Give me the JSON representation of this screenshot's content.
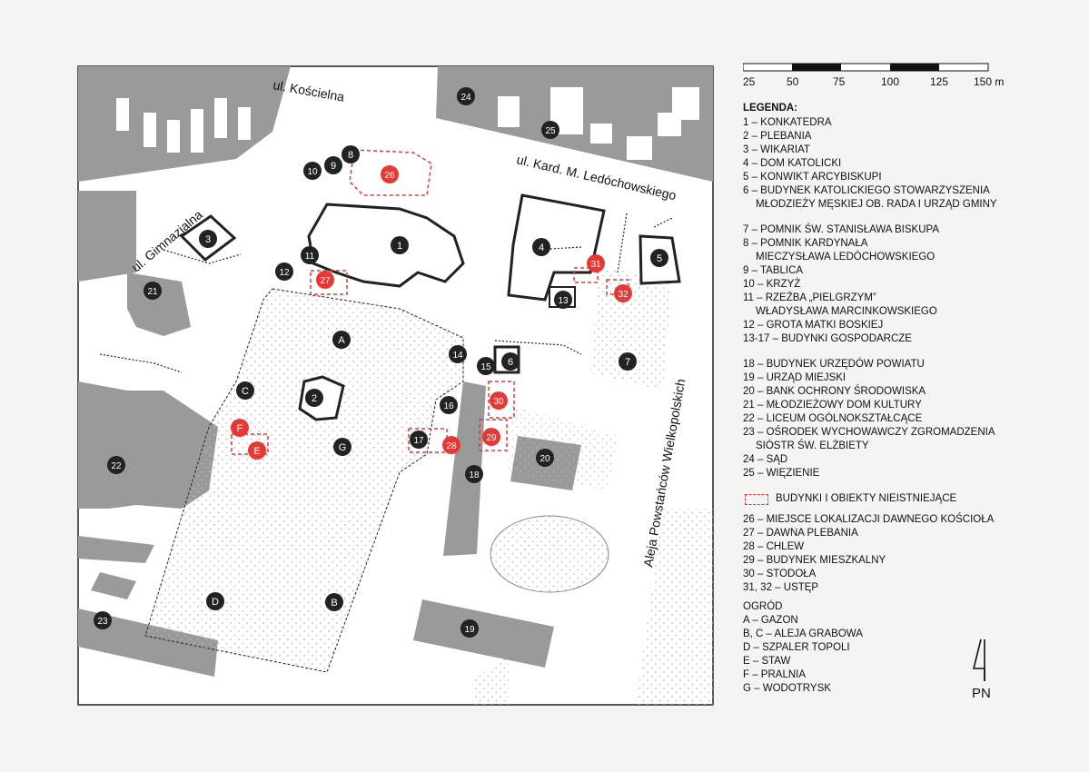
{
  "colors": {
    "paper": "#f4f4f2",
    "map_bg": "#ffffff",
    "building_gray": "#9a9a9a",
    "marker_dark": "#222222",
    "marker_red": "#e53935",
    "garden_dots": "#b9b9b9"
  },
  "streets": {
    "koscielna": "ul. Kościelna",
    "gimnazjalna": "ul. Gimnazjalna",
    "ledochowskiego": "ul. Kard. M. Ledóchowskiego",
    "powstancow": "Aleja Powstańców Wielkopolskich"
  },
  "scale": {
    "ticks": [
      "25",
      "50",
      "75",
      "100",
      "125",
      "150 m"
    ]
  },
  "north_label": "PN",
  "legend": {
    "title": "LEGENDA:",
    "items": [
      "1 – KONKATEDRA",
      "2 – PLEBANIA",
      "3 – WIKARIAT",
      "4 – DOM KATOLICKI",
      "5 – KONWIKT ARCYBISKUPI",
      "6 – BUDYNEK KATOLICKIEGO STOWARZYSZENIA",
      "MŁODZIEŻY MĘSKIEJ OB. RADA I URZĄD GMINY",
      "7 – POMNIK ŚW. STANISŁAWA BISKUPA",
      "8 – POMNIK KARDYNAŁA",
      "MIECZYSŁAWA LEDÓCHOWSKIEGO",
      "9 – TABLICA",
      "10 – KRZYŻ",
      "11 – RZEŹBA „PIELGRZYM”",
      "WŁADYSŁAWA MARCINKOWSKIEGO",
      "12 – GROTA MATKI BOSKIEJ",
      "13-17 – BUDYNKI GOSPODARCZE",
      "18 – BUDYNEK URZĘDÓW POWIATU",
      "19 – URZĄD MIEJSKI",
      "20 – BANK OCHRONY ŚRODOWISKA",
      "21 – MŁODZIEŻOWY DOM KULTURY",
      "22 – LICEUM OGÓLNOKSZTAŁCĄCE",
      "23 – OŚRODEK WYCHOWAWCZY ZGROMADZENIA",
      "SIÓSTR ŚW. ELŻBIETY",
      "24 – SĄD",
      "25 – WIĘZIENIE"
    ],
    "lost_label": "BUDYNKI I OBIEKTY NIEISTNIEJĄCE",
    "lost_items": [
      "26 – MIEJSCE LOKALIZACJI DAWNEGO KOŚCIOŁA",
      "27 – DAWNA PLEBANIA",
      "28 – CHLEW",
      "29 – BUDYNEK MIESZKALNY",
      "30 – STODOŁA",
      "31, 32 – USTĘP"
    ],
    "garden_title": "OGRÓD",
    "garden_items": [
      "A – GAZON",
      "B, C – ALEJA GRABOWA",
      "D – SZPALER TOPOLI",
      "E – STAW",
      "F – PRALNIA",
      "G – WODOTRYSK"
    ]
  },
  "markers": {
    "dark": [
      "1",
      "2",
      "3",
      "4",
      "5",
      "6",
      "7",
      "8",
      "9",
      "10",
      "11",
      "12",
      "13",
      "14",
      "15",
      "16",
      "17",
      "18",
      "19",
      "20",
      "21",
      "22",
      "23",
      "24",
      "25",
      "A",
      "B",
      "C",
      "D",
      "G"
    ],
    "red": [
      "26",
      "27",
      "28",
      "29",
      "30",
      "31",
      "32",
      "E",
      "F"
    ]
  }
}
